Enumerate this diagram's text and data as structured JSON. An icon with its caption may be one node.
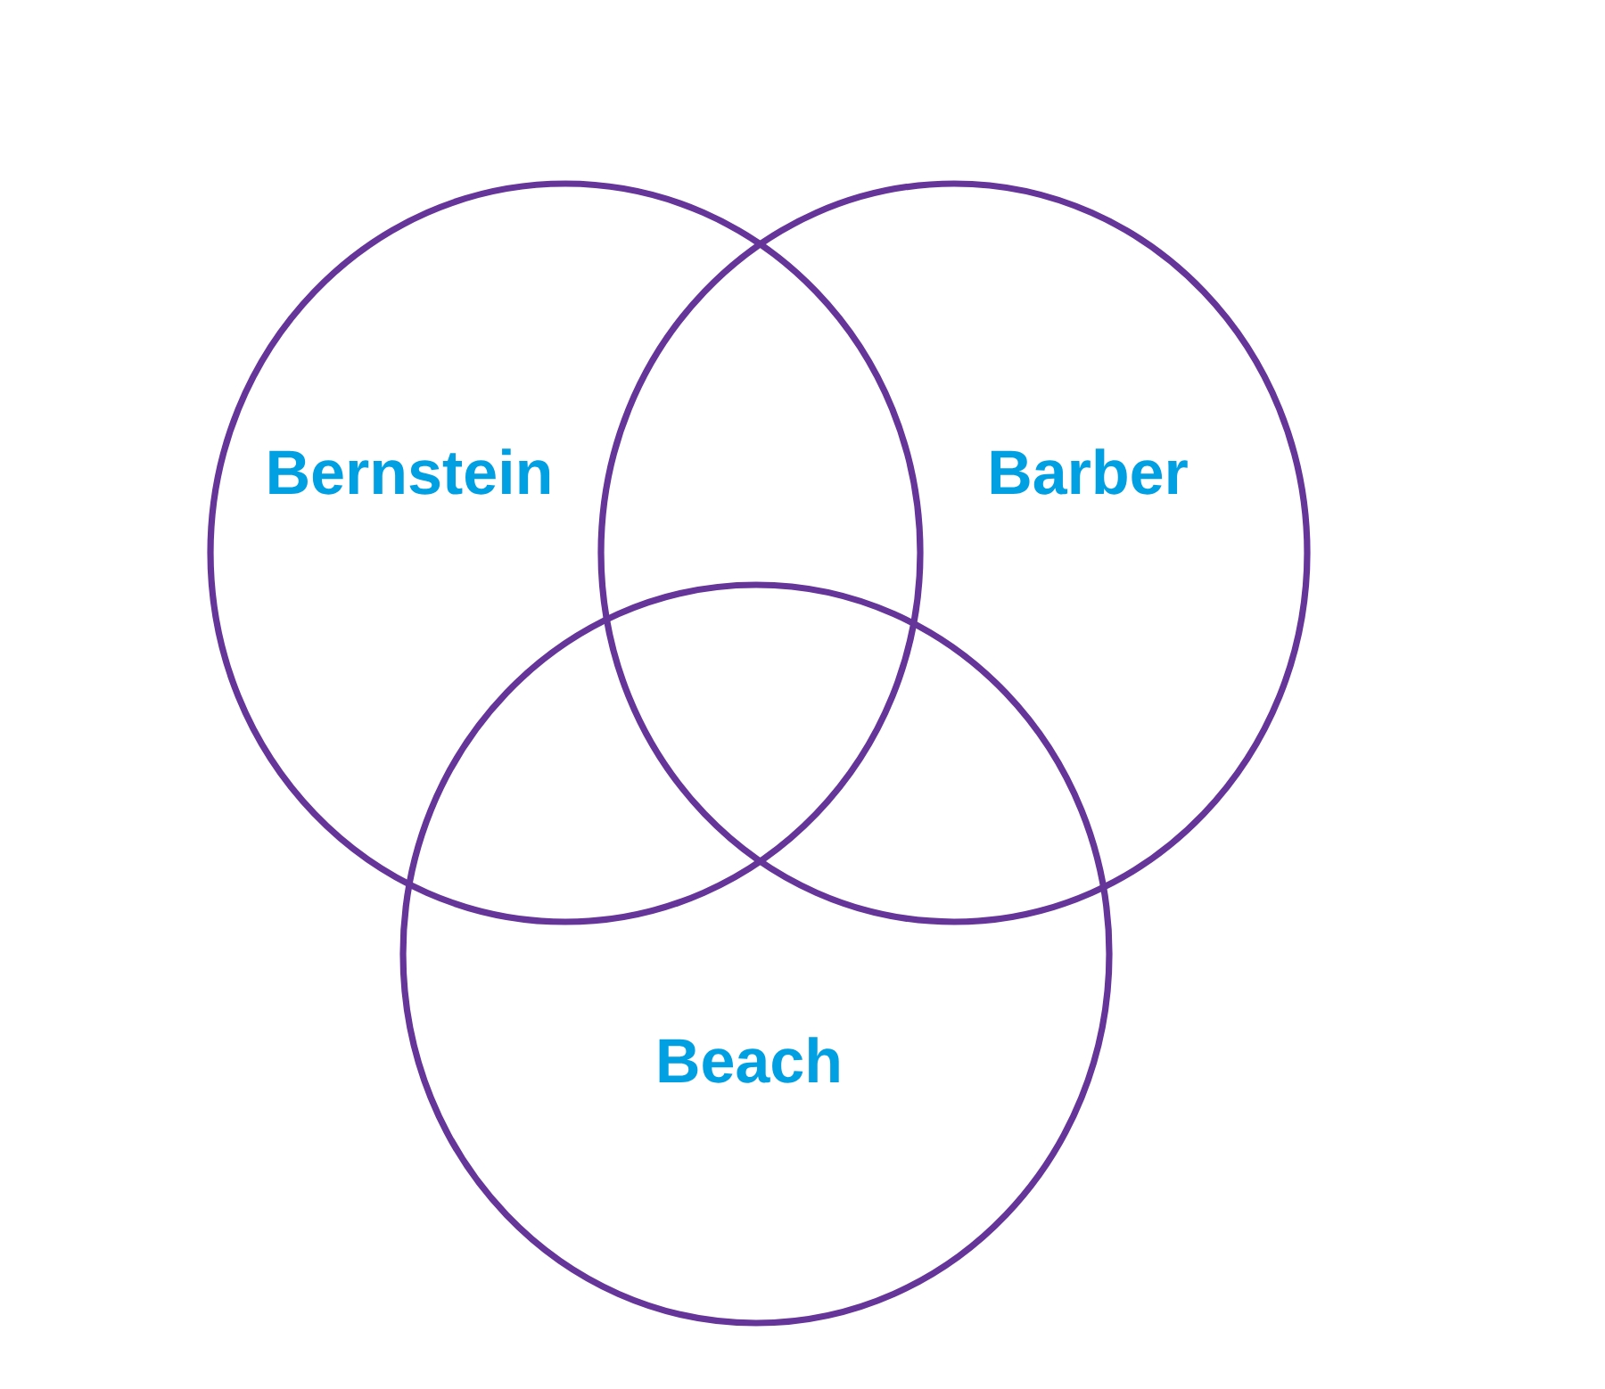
{
  "diagram": {
    "nodes": [
      {
        "text": [
          "Bernstein"
        ]
      },
      {
        "text": [
          "Barber"
        ]
      },
      {
        "text": [
          "Beach"
        ]
      }
    ]
  }
}
